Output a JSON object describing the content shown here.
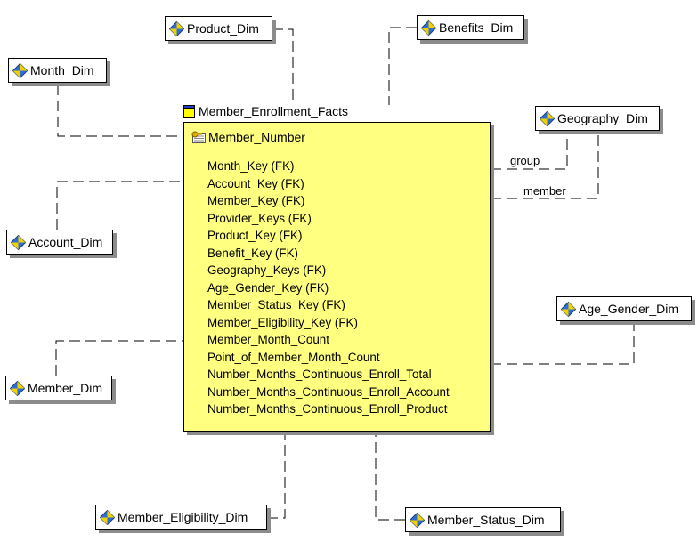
{
  "fact": {
    "title": "Member_Enrollment_Facts",
    "primary_key": "Member_Number",
    "attributes": [
      "Month_Key (FK)",
      "Account_Key (FK)",
      "Member_Key (FK)",
      "Provider_Keys (FK)",
      "Product_Key (FK)",
      "Benefit_Key (FK)",
      "Geography_Keys (FK)",
      "Age_Gender_Key (FK)",
      "Member_Status_Key (FK)",
      "Member_Eligibility_Key (FK)",
      "Member_Month_Count",
      "Point_of_Member_Month_Count",
      "Number_Months_Continuous_Enroll_Total",
      "Number_Months_Continuous_Enroll_Account",
      "Number_Months_Continuous_Enroll_Product"
    ]
  },
  "dimensions": {
    "product": "Product_Dim",
    "benefits": "Benefits  Dim",
    "month": "Month_Dim",
    "geography": "Geography  Dim",
    "account": "Account_Dim",
    "age_gender": "Age_Gender_Dim",
    "member": "Member_Dim",
    "member_eligibility": "Member_Eligibility_Dim",
    "member_status": "Member_Status_Dim"
  },
  "relationship_labels": {
    "group": "group",
    "member": "member"
  },
  "colors": {
    "fact_fill": "#ffff80",
    "shadow": "#8c8c8c",
    "icon_blue": "#2f6fd1",
    "icon_yellow": "#f2d000"
  }
}
